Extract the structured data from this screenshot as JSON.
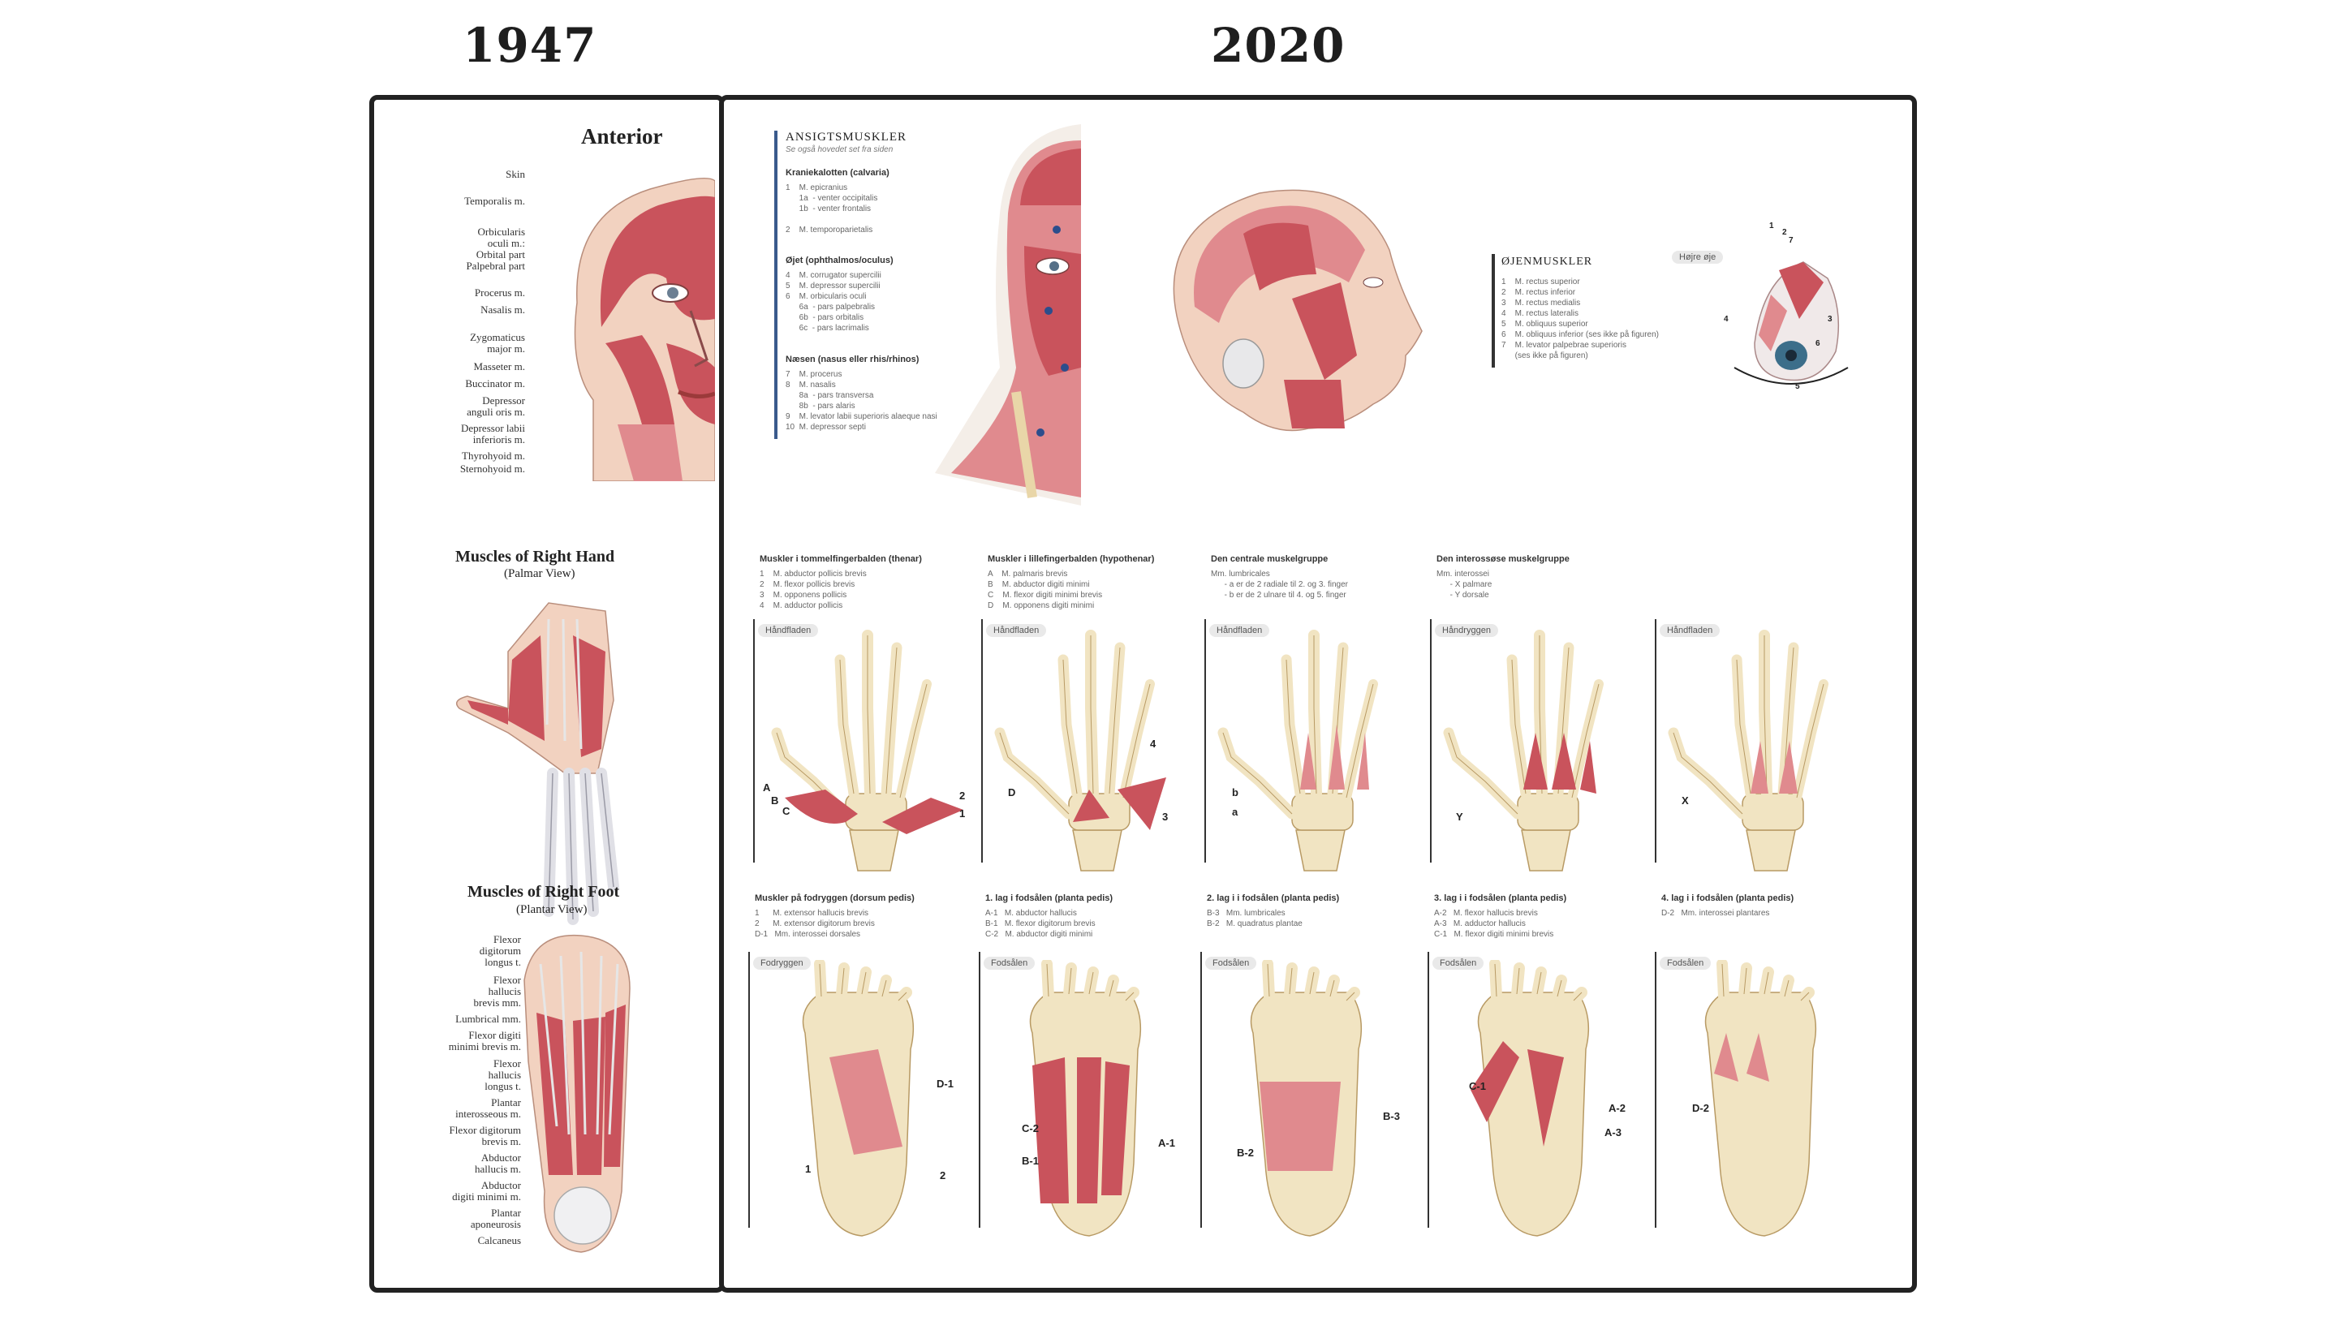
{
  "years": {
    "left": "1947",
    "right": "2020"
  },
  "old_chart": {
    "face_title": "Anterior",
    "face_labels": [
      "Skin",
      "Temporalis m.",
      "Orbicularis",
      "oculi m.:",
      "Orbital part",
      "Palpebral part",
      "Procerus m.",
      "Nasalis m.",
      "Zygomaticus",
      "major m.",
      "Masseter m.",
      "Buccinator m.",
      "Depressor",
      "anguli oris m.",
      "Depressor labii",
      "inferioris m.",
      "Thyrohyoid m.",
      "Sternohyoid m."
    ],
    "hand_title": "Muscles of Right Hand",
    "hand_subtitle": "(Palmar View)",
    "foot_title": "Muscles of Right Foot",
    "foot_subtitle": "(Plantar View)",
    "foot_labels": [
      "Flexor",
      "digitorum",
      "longus t.",
      "Flexor",
      "hallucis",
      "brevis mm.",
      "Lumbrical mm.",
      "Flexor digiti",
      "minimi brevis m.",
      "Flexor",
      "hallucis",
      "longus t.",
      "Plantar",
      "interosseous m.",
      "Flexor digitorum",
      "brevis m.",
      "Abductor",
      "hallucis m.",
      "Abductor",
      "digiti minimi m.",
      "Plantar",
      "aponeurosis",
      "Calcaneus"
    ]
  },
  "new_chart": {
    "face_heading": "ANSIGTSMUSKLER",
    "face_subheading": "Se også hovedet set fra siden",
    "face_groups": [
      {
        "title": "Kraniekalotten (calvaria)",
        "items": "1    M. epicranius\n      1a  - venter occipitalis\n      1b  - venter frontalis\n\n2    M. temporoparietalis"
      },
      {
        "title": "Øjet (ophthalmos/oculus)",
        "items": "4    M. corrugator supercilii\n5    M. depressor supercilii\n6    M. orbicularis oculi\n      6a  - pars palpebralis\n      6b  - pars orbitalis\n      6c  - pars lacrimalis"
      },
      {
        "title": "Næsen (nasus eller rhis/rhinos)",
        "items": "7    M. procerus\n8    M. nasalis\n      8a  - pars transversa\n      8b  - pars alaris\n9    M. levator labii superioris alaeque nasi\n10  M. depressor septi"
      }
    ],
    "eye_heading": "ØJENMUSKLER",
    "eye_badge": "Højre øje",
    "eye_items": "1    M. rectus superior\n2    M. rectus inferior\n3    M. rectus medialis\n4    M. rectus lateralis\n5    M. obliquus superior\n6    M. obliquus inferior (ses ikke på figuren)\n7    M. levator palpebrae superioris\n      (ses ikke på figuren)",
    "eye_numbers": [
      "1",
      "2",
      "3",
      "4",
      "5",
      "6",
      "7"
    ],
    "hand_sections": [
      {
        "title": "Muskler i tommelfingerbalden (thenar)",
        "items": "1    M. abductor pollicis brevis\n2    M. flexor pollicis brevis\n3    M. opponens pollicis\n4    M. adductor pollicis",
        "pill": "Håndfladen",
        "labels": [
          "A",
          "B",
          "C",
          "2",
          "1"
        ]
      },
      {
        "title": "Muskler i lillefingerbalden (hypothenar)",
        "items": "A    M. palmaris brevis\nB    M. abductor digiti minimi\nC    M. flexor digiti minimi brevis\nD    M. opponens digiti minimi",
        "pill": "Håndfladen",
        "labels": [
          "D",
          "4",
          "3"
        ]
      },
      {
        "title": "Den centrale muskelgruppe",
        "items": "Mm. lumbricales\n      - a er de 2 radiale til 2. og 3. finger\n      - b er de 2 ulnare til 4. og 5. finger",
        "pill": "Håndfladen",
        "labels": [
          "b",
          "a"
        ]
      },
      {
        "title": "Den interossøse muskelgruppe",
        "items": "Mm. interossei\n      - X palmare\n      - Y dorsale",
        "pill": "Håndryggen",
        "labels": [
          "Y"
        ]
      },
      {
        "title": "",
        "items": "",
        "pill": "Håndfladen",
        "labels": [
          "X"
        ]
      }
    ],
    "foot_sections": [
      {
        "title": "Muskler på fodryggen (dorsum pedis)",
        "items": "1      M. extensor hallucis brevis\n2      M. extensor digitorum brevis\nD-1   Mm. interossei dorsales",
        "pill": "Fodryggen",
        "labels": [
          "D-1",
          "1",
          "2"
        ]
      },
      {
        "title": "1. lag i fodsålen (planta pedis)",
        "items": "A-1   M. abductor hallucis\nB-1   M. flexor digitorum brevis\nC-2   M. abductor digiti minimi",
        "pill": "Fodsålen",
        "labels": [
          "C-2",
          "B-1",
          "A-1"
        ]
      },
      {
        "title": "2. lag i i fodsålen (planta pedis)",
        "items": "B-3   Mm. lumbricales\nB-2   M. quadratus plantae",
        "pill": "Fodsålen",
        "labels": [
          "B-3",
          "B-2"
        ]
      },
      {
        "title": "3. lag i i fodsålen (planta pedis)",
        "items": "A-2   M. flexor hallucis brevis\nA-3   M. adductor hallucis\nC-1   M. flexor digiti minimi brevis",
        "pill": "Fodsålen",
        "labels": [
          "C-1",
          "A-2",
          "A-3"
        ]
      },
      {
        "title": "4. lag i i fodsålen (planta pedis)",
        "items": "D-2   Mm. interossei plantares",
        "pill": "Fodsålen",
        "labels": [
          "D-2"
        ]
      }
    ]
  }
}
